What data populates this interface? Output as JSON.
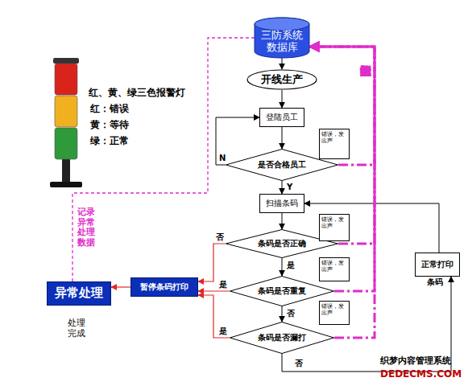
{
  "diagram": {
    "nodes": [
      {
        "text": [
          "三防系统数据库"
        ]
      },
      {
        "text": [
          "开线生产"
        ]
      },
      {
        "text": [
          "登陆员工"
        ]
      },
      {
        "text": [
          "错误，发出声"
        ]
      },
      {
        "text": [
          "是否合格员工"
        ]
      },
      {
        "text": [
          "扫描条码"
        ]
      },
      {
        "text": [
          "错误，发出声"
        ]
      },
      {
        "text": [
          "条码是否正确"
        ]
      },
      {
        "text": [
          "正常打印",
          "条码"
        ]
      },
      {
        "text": [
          "错误，发出声"
        ]
      },
      {
        "text": [
          "条码是否重复"
        ]
      },
      {
        "text": [
          "异常处理"
        ]
      },
      {
        "text": [
          "暂停条码打印"
        ]
      },
      {
        "text": [
          "错误，发出声"
        ]
      },
      {
        "text": [
          "条码是否漏打"
        ]
      }
    ],
    "edges": [
      {
        "from": 0,
        "to": 1,
        "arrow": "to"
      },
      {
        "from": 1,
        "to": 2,
        "arrow": "to"
      },
      {
        "from": 2,
        "to": 4,
        "arrow": "to"
      },
      {
        "from": 4,
        "to": 2,
        "label": "N",
        "arrow": "to"
      },
      {
        "from": 4,
        "to": 5,
        "label": "Y",
        "arrow": "to"
      },
      {
        "from": 5,
        "to": 7,
        "arrow": "to"
      },
      {
        "from": 7,
        "to": 10,
        "label": "是",
        "arrow": "to"
      },
      {
        "from": 7,
        "to": 12,
        "label": "否",
        "arrow": "to"
      },
      {
        "from": 10,
        "to": 12,
        "label": "是",
        "arrow": "to"
      },
      {
        "from": 10,
        "to": 14,
        "label": "否",
        "arrow": "to"
      },
      {
        "from": 14,
        "to": 12,
        "label": "是",
        "arrow": "to"
      },
      {
        "from": 14,
        "to": 8,
        "label": "否",
        "arrow": "to"
      },
      {
        "from": 8,
        "to": 5,
        "arrow": "to"
      },
      {
        "from": 12,
        "to": 11,
        "arrow": "to"
      },
      {
        "from": 11,
        "to": 0,
        "label": "记录异常处理数据",
        "arrow": "none"
      },
      {
        "from": 4,
        "to": 0,
        "arrow": "to"
      },
      {
        "from": 7,
        "to": 0,
        "arrow": "to"
      },
      {
        "from": 10,
        "to": 0,
        "arrow": "to"
      },
      {
        "from": 14,
        "to": 0,
        "arrow": "to"
      }
    ],
    "labels": [
      "红、黄、绿三色报警灯",
      "处理完成",
      "记录检测数据",
      "织梦内容管理系统",
      "DEDECMS.COM"
    ],
    "legend": [
      {
        "text": "红：错误",
        "color": "#d9241c"
      },
      {
        "text": "黄：等待",
        "color": "#f0b020"
      },
      {
        "text": "绿：正常",
        "color": "#2e9a3a"
      }
    ]
  }
}
